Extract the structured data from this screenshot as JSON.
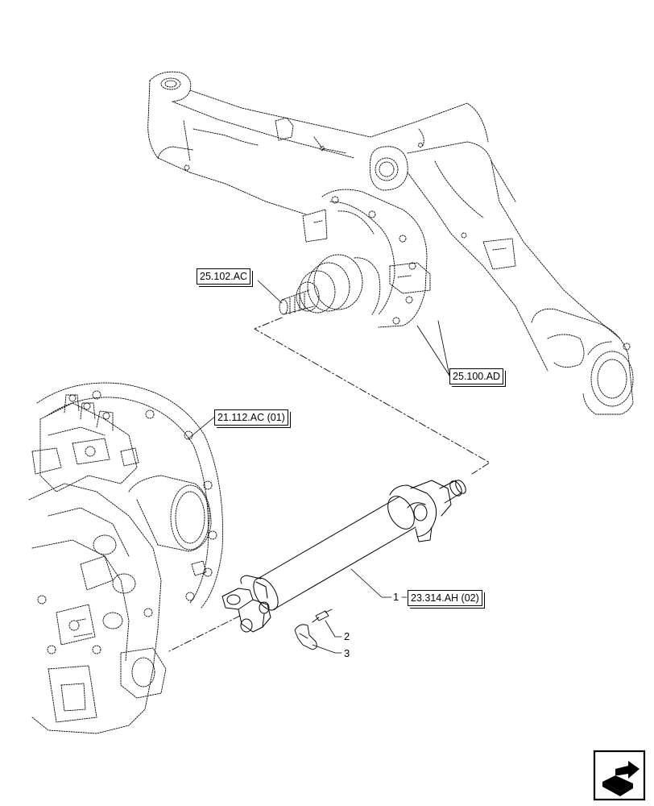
{
  "references": {
    "front_axle_shaft": "25.102.AC",
    "front_axle": "25.100.AD",
    "transmission": "21.112.AC (01)",
    "drive_shaft": "23.314.AH (02)"
  },
  "callouts": {
    "item_1": "1",
    "item_2": "2",
    "item_3": "3"
  },
  "icons": {
    "navigation": "next-page-arrow-icon"
  },
  "colors": {
    "line": "#000000",
    "background": "#ffffff"
  }
}
